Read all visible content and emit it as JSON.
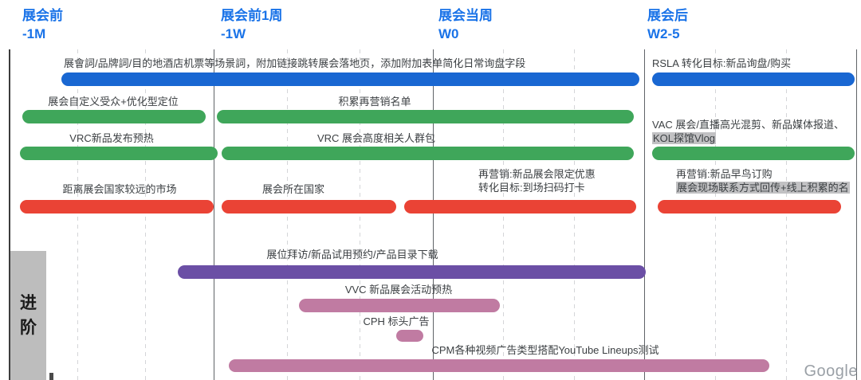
{
  "phases": [
    {
      "title": "展会前",
      "range": "-1M"
    },
    {
      "title": "展会前1周",
      "range": "-1W"
    },
    {
      "title": "展会当周",
      "range": "W0"
    },
    {
      "title": "展会后",
      "range": "W2-5"
    }
  ],
  "advanced_section_label": "进阶",
  "rows": {
    "search": {
      "main": "展會詞/品牌詞/目的地酒店机票等场景詞，附加链接跳转展会落地页，添加附加表单简化日常询盘字段",
      "post": "RSLA 转化目标:新品询盘/购买"
    },
    "audience": {
      "pre": "展会自定义受众+优化型定位",
      "mid": "积累再营销名单"
    },
    "video": {
      "pre": "VRC新品发布预热",
      "mid": "VRC 展会高度相关人群包",
      "post_line1": "VAC 展会/直播高光混剪、新品媒体报道、",
      "post_line2": "KOL探馆Vlog"
    },
    "market": {
      "pre": "距离展会国家较远的市场",
      "mid": "展会所在国家",
      "week_line1": "再营销:新品展会限定优惠",
      "week_line2": "转化目标:到场扫码打卡",
      "post_line1": "再营销:新品早鸟订购",
      "post_line2": "展会现场联系方式回传+线上积累的名"
    },
    "advanced": {
      "booth": "展位拜访/新品试用预约/产品目录下载",
      "vvc": "VVC 新品展会活动预热",
      "cph": "CPH 标头广告",
      "cpm": "CPM各种视频广告类型搭配YouTube Lineups测试"
    }
  },
  "colors": {
    "phase_header": "#1a73e8",
    "bar_blue": "#1967d2",
    "bar_green": "#3fa65a",
    "bar_red": "#ea4335",
    "bar_purple": "#6b4fa5",
    "bar_rose": "#c07ba2",
    "advanced_box": "#bdbdbd",
    "highlight": "#c1c1c3"
  },
  "watermark": "Google"
}
